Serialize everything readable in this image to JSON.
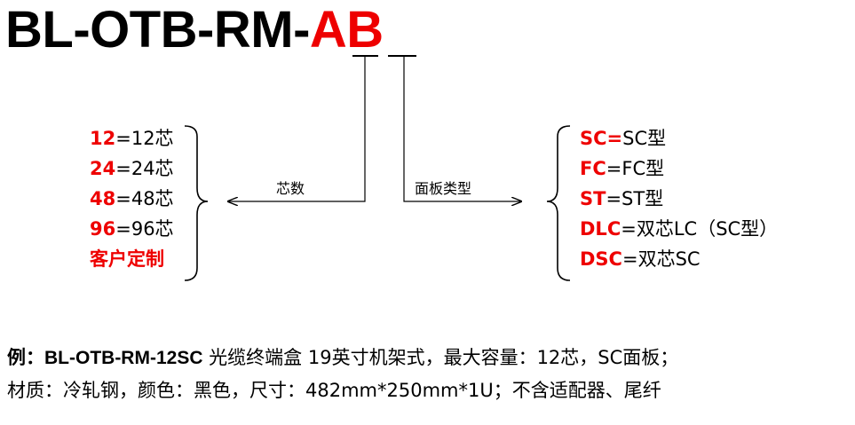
{
  "title": {
    "prefix": "BL-OTB-RM-",
    "code_a": "A",
    "code_b": "B"
  },
  "branches": {
    "cores_label": "芯数",
    "panel_label": "面板类型"
  },
  "cores_options": [
    {
      "code": "12",
      "text": "=12芯"
    },
    {
      "code": "24",
      "text": "=24芯"
    },
    {
      "code": "48",
      "text": "=48芯"
    },
    {
      "code": "96",
      "text": "=96芯"
    },
    {
      "code": "客户定制",
      "text": ""
    }
  ],
  "panel_options": [
    {
      "code": "SC=",
      "text": "SC型"
    },
    {
      "code": "FC",
      "text": "=FC型"
    },
    {
      "code": "ST",
      "text": "=ST型"
    },
    {
      "code": "DLC",
      "text": "=双芯LC（SC型）"
    },
    {
      "code": "DSC",
      "text": "=双芯SC"
    }
  ],
  "example": {
    "line1_prefix": "例：",
    "line1_model": "BL-OTB-RM-12SC",
    "line1_rest": " 光缆终端盒   19英寸机架式，最大容量：12芯，SC面板；",
    "line2": "材质：冷轧钢，颜色：黑色，尺寸：482mm*250mm*1U；不含适配器、尾纤"
  },
  "colors": {
    "accent": "#ee0000",
    "text": "#000000"
  }
}
